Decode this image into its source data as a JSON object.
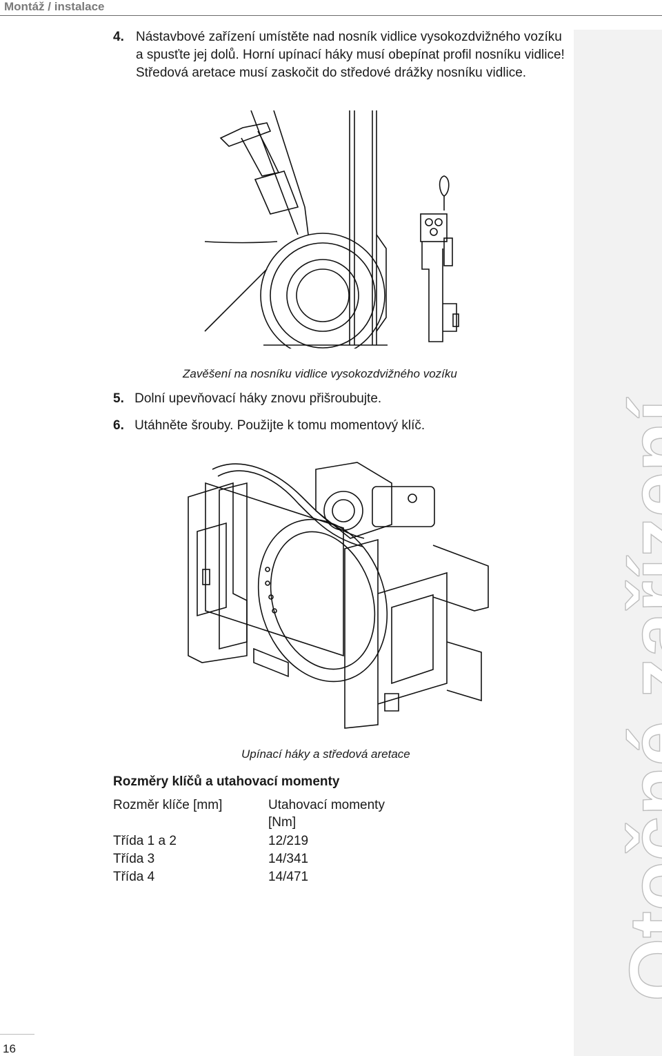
{
  "header": {
    "title": "Montáž / instalace"
  },
  "steps": {
    "s4": {
      "num": "4.",
      "text": "Nástavbové zařízení umístěte nad nosník vidlice vysokozdvižného vozíku a spusťte jej dolů. Horní upínací háky musí obepínat profil nosníku vidlice! Středová aretace musí zaskočit do středové drážky nosníku vidlice."
    },
    "s5": {
      "num": "5.",
      "text": "Dolní upevňovací háky znovu přišroubujte."
    },
    "s6": {
      "num": "6.",
      "text": "Utáhněte šrouby. Použijte k tomu momentový klíč."
    }
  },
  "figures": {
    "fig1_caption": "Zavěšení na nosníku vidlice vysokozdvižného vozíku",
    "fig2_caption": "Upínací háky a středová aretace"
  },
  "torque": {
    "heading": "Rozměry klíčů a utahovací momenty",
    "col1_header": "Rozměr klíče [mm]",
    "col2_header_line1": "Utahovací momenty",
    "col2_header_line2": "[Nm]",
    "rows": [
      {
        "cls": "Třída 1 a 2",
        "val": "12/219"
      },
      {
        "cls": "Třída 3",
        "val": "14/341"
      },
      {
        "cls": "Třída 4",
        "val": "14/471"
      }
    ]
  },
  "sidebar": {
    "label": "Otočné zařízení"
  },
  "page_number": "16"
}
